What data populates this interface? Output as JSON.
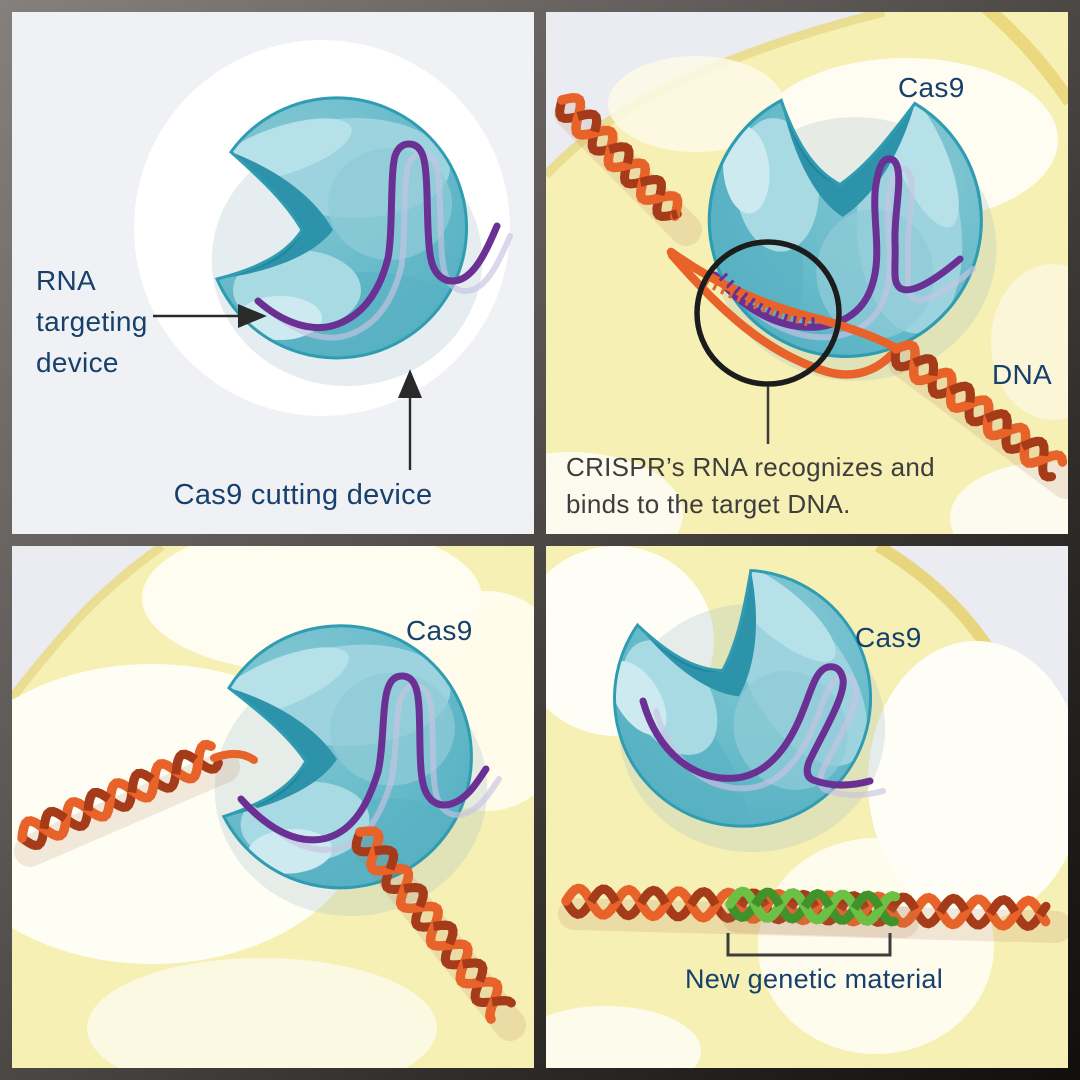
{
  "panels": {
    "p1": {
      "rna_label": "RNA targeting device",
      "cutting_label": "Cas9 cutting device"
    },
    "p2": {
      "cas9_label": "Cas9",
      "dna_label": "DNA",
      "caption": "CRISPR’s RNA recognizes and binds to the target DNA."
    },
    "p3": {
      "cas9_label": "Cas9"
    },
    "p4": {
      "cas9_label": "Cas9",
      "new_material_label": "New genetic material"
    }
  },
  "colors": {
    "navy_text": "#17406d",
    "gray_text": "#3d3d3d",
    "panel1_bg": "#f0f1f4",
    "cell_bg": "#f7f0b5",
    "cell_outside": "#eaecf2",
    "cell_rim": "#e9dc8c",
    "cream_blob": "#fffdf2",
    "protein_base": "#6abccb",
    "protein_light": "#9dd3de",
    "protein_bright": "#cdeaf0",
    "protein_dark": "#2d93aa",
    "protein_deeper": "#20849b",
    "protein_rim": "#2f9cb1",
    "rna_purple": "#6a3094",
    "rna_shadow": "#c8c3e2",
    "dna_orange": "#e8632a",
    "dna_dark": "#a63b1a",
    "dna_green": "#6cc044",
    "dna_green_dark": "#41922b",
    "annotation_black": "#1c1c1c",
    "arrow_black": "#2a2a2a"
  }
}
